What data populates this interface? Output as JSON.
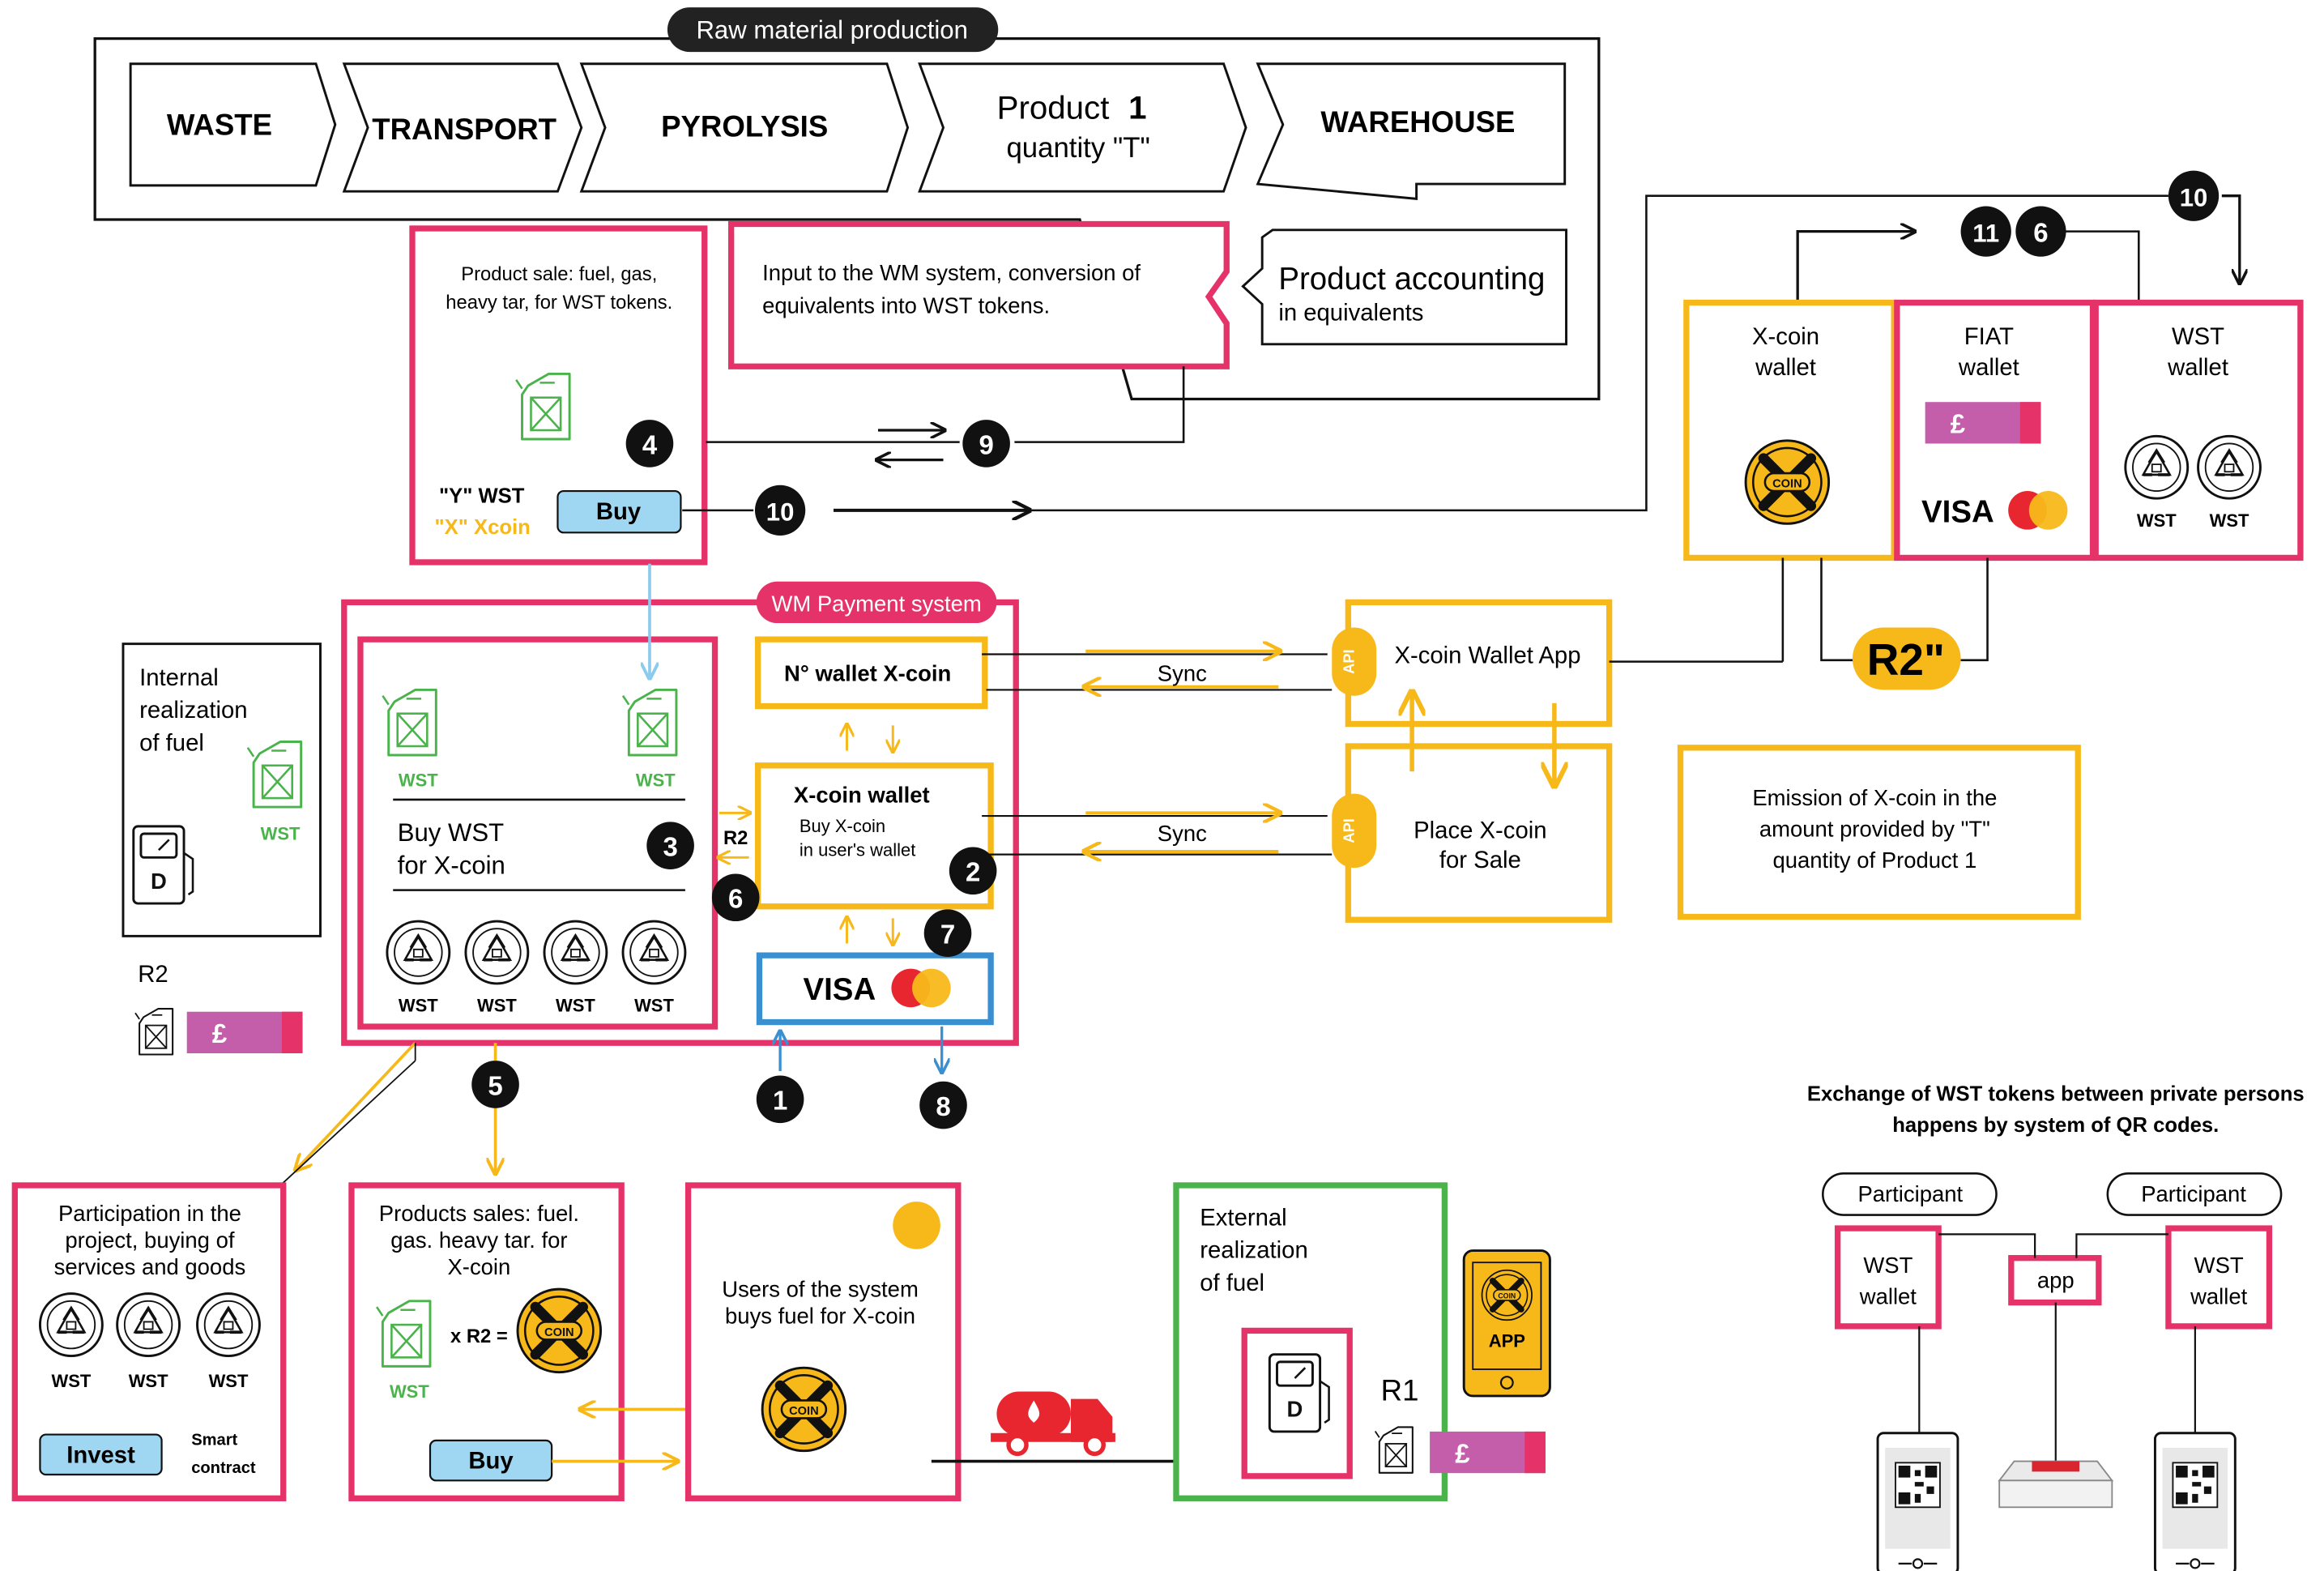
{
  "raw_material": {
    "title": "Raw material production",
    "stages": [
      "WASTE",
      "TRANSPORT",
      "PYROLYSIS"
    ],
    "product_name": "Product",
    "product_number": "1",
    "product_quantity": "quantity \"T\"",
    "warehouse": "WAREHOUSE",
    "accounting_title": "Product accounting",
    "accounting_sub": "in equivalents"
  },
  "product_sale": {
    "text1": "Product sale: fuel, gas,",
    "text2": "heavy tar, for WST tokens.",
    "y_wst": "\"Y\" WST",
    "x_xcoin": "\"X\" Xcoin",
    "buy_label": "Buy"
  },
  "input_box": {
    "line1": "Input to the WM system,  conversion of",
    "line2": "equivalents into WST tokens."
  },
  "wallets": {
    "xcoin_line1": "X-coin",
    "xcoin_line2": "wallet",
    "fiat_line1": "FIAT",
    "fiat_line2": "wallet",
    "wst_line1": "WST",
    "wst_line2": "wallet",
    "r2_double": "R2\""
  },
  "wm_payment": {
    "title": "WM Payment system",
    "buy_wst1": "Buy WST",
    "buy_wst2": "for X-coin",
    "wallet_no": "N° wallet X-coin",
    "xcoin_wallet": "X-coin  wallet",
    "buy_xcoin1": "Buy X-coin",
    "buy_xcoin2": "in user's wallet",
    "r2": "R2",
    "visa": "VISA"
  },
  "sync": {
    "label": "Sync",
    "api": "API"
  },
  "wallet_app": {
    "label": "X-coin Wallet App"
  },
  "place_sale": {
    "line1": "Place X-coin",
    "line2": "for Sale"
  },
  "emission": {
    "line1": "Emission of X-coin in the",
    "line2": "amount provided by \"T\"",
    "line3": "quantity of Product 1"
  },
  "internal": {
    "line1": "Internal",
    "line2": "realization",
    "line3": "of fuel",
    "r2_label": "R2"
  },
  "participation": {
    "line1": "Participation in the",
    "line2": "project, buying of",
    "line3": "services and goods",
    "invest": "Invest",
    "smart1": "Smart",
    "smart2": "contract"
  },
  "products_sales": {
    "line1": "Products sales: fuel.",
    "line2": "gas. heavy tar. for",
    "line3": "X-coin",
    "multiplier": "x R2 =",
    "buy": "Buy"
  },
  "users": {
    "line1": "Users of the system",
    "line2": "buys fuel for X-coin"
  },
  "external": {
    "line1": "External",
    "line2": "realization",
    "line3": "of fuel",
    "r1": "R1",
    "app": "APP"
  },
  "exchange": {
    "line1": "Exchange of WST tokens between private persons",
    "line2": "happens by system of QR codes.",
    "participant": "Participant",
    "app": "app"
  },
  "labels": {
    "wst": "WST",
    "coin": "COIN",
    "pound": "£",
    "visa": "VISA",
    "fuel_pump_letter": "D"
  },
  "steps": [
    "1",
    "2",
    "3",
    "4",
    "5",
    "6",
    "7",
    "8",
    "9",
    "10",
    "11"
  ],
  "colors": {
    "pink": "#e5336a",
    "yellow": "#f7b81a",
    "green": "#4bb34b",
    "light_blue": "#9fd6f2",
    "blue": "#3a8fd1",
    "magenta": "#c45eab",
    "black": "#111111"
  },
  "icons": [
    "jerrycan-icon",
    "recycle-coin-icon",
    "xcoin-icon",
    "visa-mastercard-icon",
    "fuel-pump-icon",
    "fuel-truck-icon",
    "phone-icon",
    "qr-code-icon",
    "card-reader-icon"
  ]
}
